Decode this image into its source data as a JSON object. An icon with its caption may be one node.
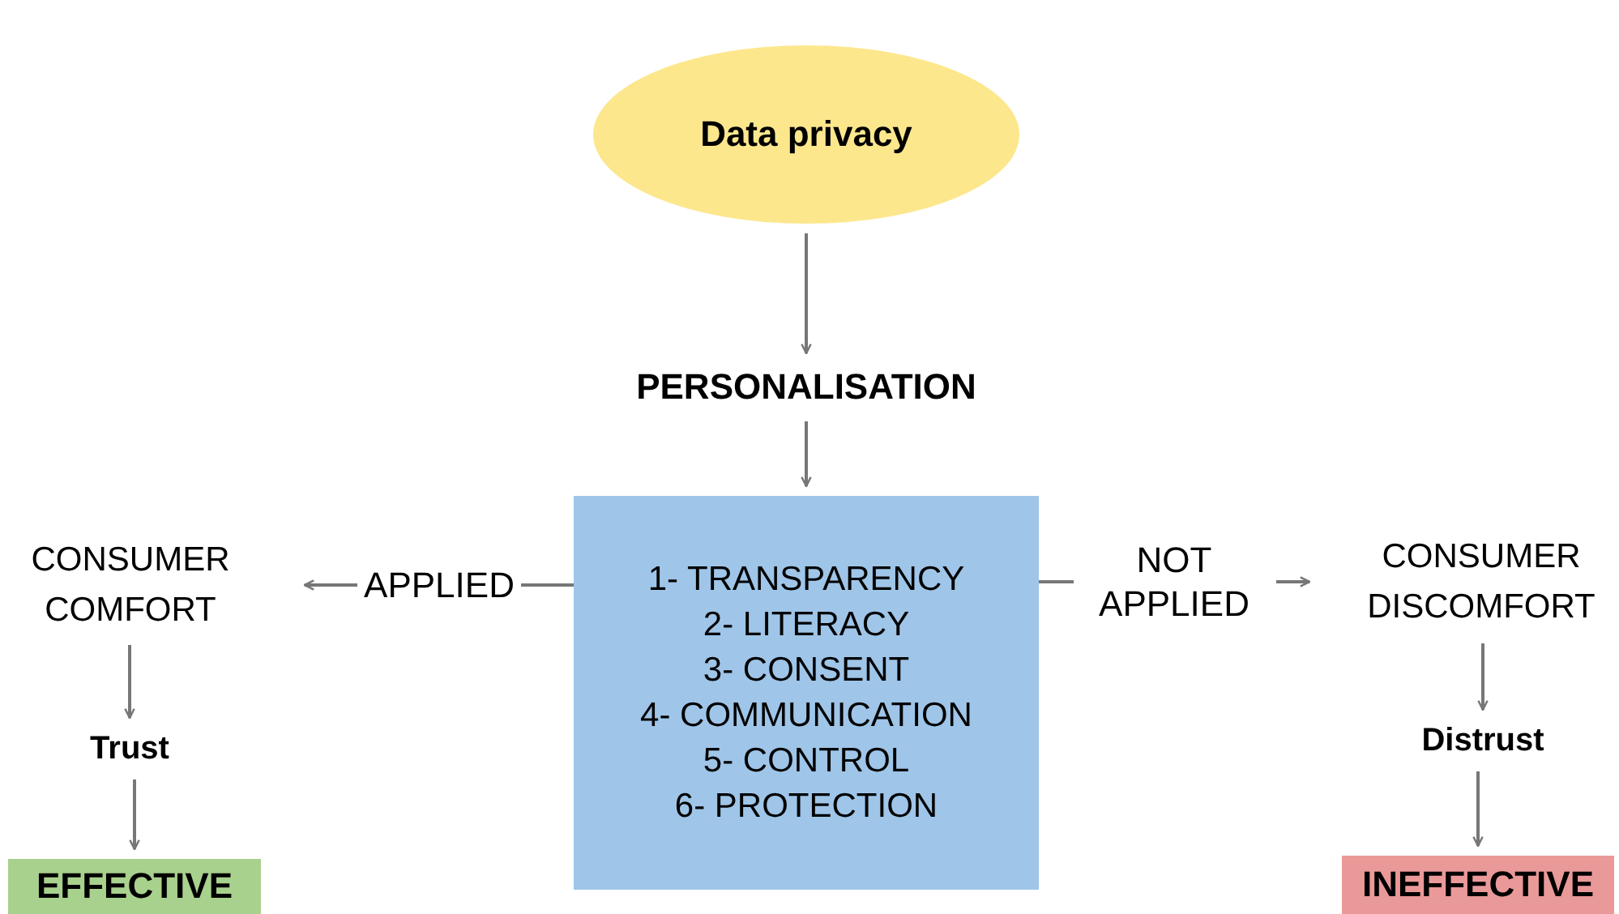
{
  "diagram": {
    "nodes": [
      {
        "text": [
          "Data privacy"
        ]
      },
      {
        "text": [
          "PERSONALISATION"
        ]
      },
      {
        "text": [
          "1- TRANSPARENCY",
          "2- LITERACY",
          "3- CONSENT",
          "4- COMMUNICATION",
          "5- CONTROL",
          "6- PROTECTION"
        ]
      },
      {
        "text": [
          "CONSUMER COMFORT"
        ]
      },
      {
        "text": [
          "Trust"
        ]
      },
      {
        "text": [
          "EFFECTIVE"
        ]
      },
      {
        "text": [
          "CONSUMER DISCOMFORT"
        ]
      },
      {
        "text": [
          "Distrust"
        ]
      },
      {
        "text": [
          "INEFFECTIVE"
        ]
      }
    ],
    "edges": [
      {
        "from": 0,
        "to": 1,
        "arrow": "to"
      },
      {
        "from": 1,
        "to": 2,
        "arrow": "to"
      },
      {
        "from": 2,
        "to": 3,
        "arrow": "to",
        "label": "APPLIED"
      },
      {
        "from": 2,
        "to": 6,
        "arrow": "to",
        "label": "NOT APPLIED"
      },
      {
        "from": 3,
        "to": 4,
        "arrow": "to"
      },
      {
        "from": 4,
        "to": 5,
        "arrow": "to"
      },
      {
        "from": 6,
        "to": 7,
        "arrow": "to"
      },
      {
        "from": 7,
        "to": 8,
        "arrow": "to"
      }
    ]
  }
}
